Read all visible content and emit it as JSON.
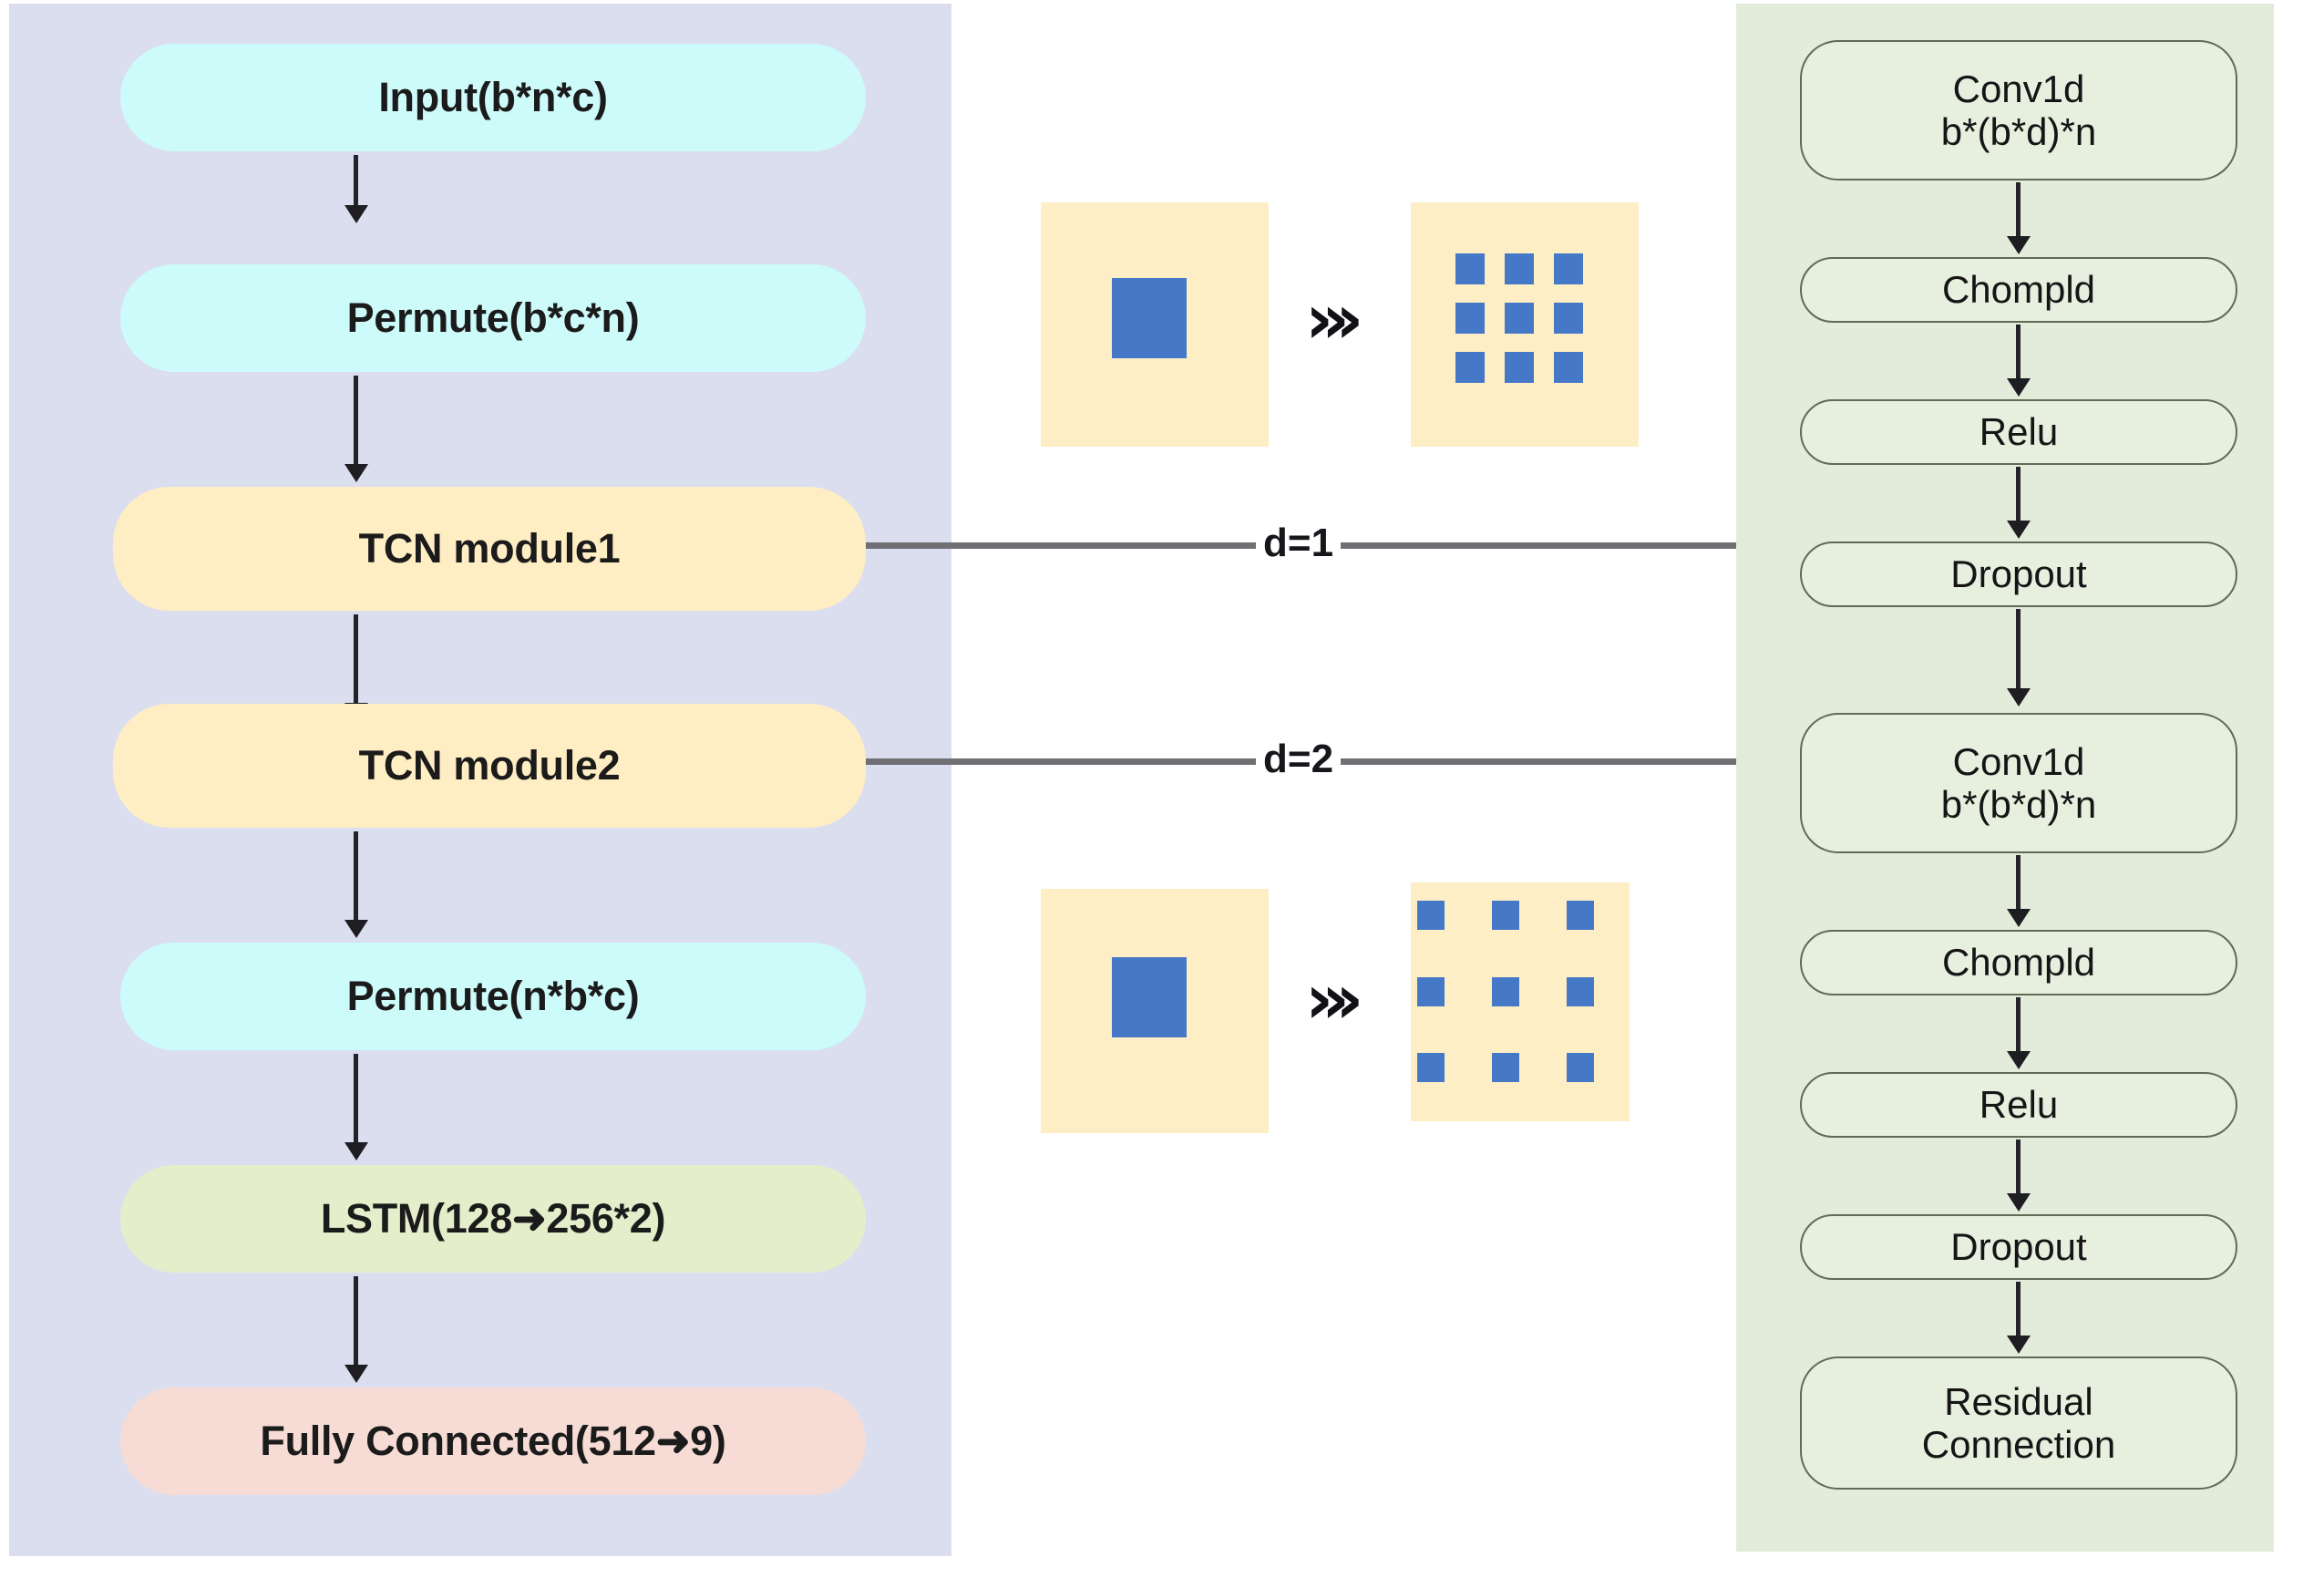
{
  "diagram": {
    "title_absent": true,
    "left_panel": {
      "background_color": "#dadeef",
      "blocks": [
        {
          "label": "Input(b*n*c)",
          "color": "#cdfbfa",
          "kind": "cyan"
        },
        {
          "label": "Permute(b*c*n)",
          "color": "#cdfbfa",
          "kind": "cyan"
        },
        {
          "label": "TCN module1",
          "color": "#ffeec4",
          "kind": "orange"
        },
        {
          "label": "TCN module2",
          "color": "#ffeec4",
          "kind": "orange"
        },
        {
          "label": "Permute(n*b*c)",
          "color": "#cdfbfa",
          "kind": "cyan"
        },
        {
          "label": "LSTM(128➜256*2)",
          "color": "#e4eecb",
          "kind": "green"
        },
        {
          "label": "Fully Connected(512➜9)",
          "color": "#f6dcd5",
          "kind": "pink"
        }
      ]
    },
    "right_panel": {
      "background_color": "#e3ecdb",
      "blocks": [
        {
          "line1": "Conv1d",
          "line2": "b*(b*d)*n"
        },
        {
          "line1": "Chompld",
          "line2": ""
        },
        {
          "line1": "Relu",
          "line2": ""
        },
        {
          "line1": "Dropout",
          "line2": ""
        },
        {
          "line1": "Conv1d",
          "line2": "b*(b*d)*n"
        },
        {
          "line1": "Chompld",
          "line2": ""
        },
        {
          "line1": "Relu",
          "line2": ""
        },
        {
          "line1": "Dropout",
          "line2": ""
        },
        {
          "line1": "Residual",
          "line2": "Connection"
        }
      ]
    },
    "connections": [
      {
        "from": "TCN module1",
        "to": "Conv1d (block 1)",
        "label": "d=1"
      },
      {
        "from": "TCN module2",
        "to": "Conv1d (block 2)",
        "label": "d=2"
      }
    ],
    "kernel_illustrations": [
      {
        "dilation_label": "d=1",
        "pane_color": "#fdeec5",
        "cell_color": "#4579c8",
        "source": {
          "description": "single kernel cell"
        },
        "target": {
          "rows": 3,
          "cols": 3,
          "spacing": "tight"
        },
        "chevron_glyph": "»›"
      },
      {
        "dilation_label": "d=2",
        "pane_color": "#fdeec5",
        "cell_color": "#4579c8",
        "source": {
          "description": "single kernel cell"
        },
        "target": {
          "rows": 3,
          "cols": 3,
          "spacing": "wide"
        },
        "chevron_glyph": "»›"
      }
    ]
  }
}
